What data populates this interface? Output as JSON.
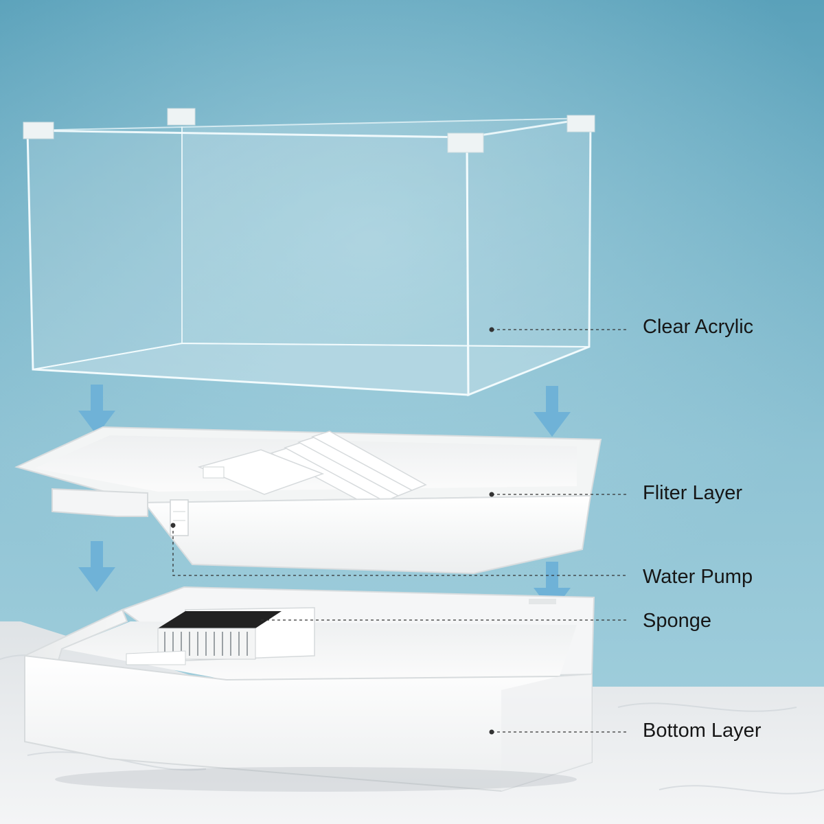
{
  "callouts": {
    "clear_acrylic": "Clear Acrylic",
    "filter_layer": "Fliter Layer",
    "water_pump": "Water Pump",
    "sponge": "Sponge",
    "bottom_layer": "Bottom Layer"
  },
  "colors": {
    "wall_top": "#5fa4bd",
    "wall_bottom": "#9ccddc",
    "marble": "#eceef0",
    "arrow": "#6fb3d8",
    "plastic": "#f7f8f8",
    "leader": "#333333"
  },
  "icons": [
    "down-arrow-icon"
  ]
}
